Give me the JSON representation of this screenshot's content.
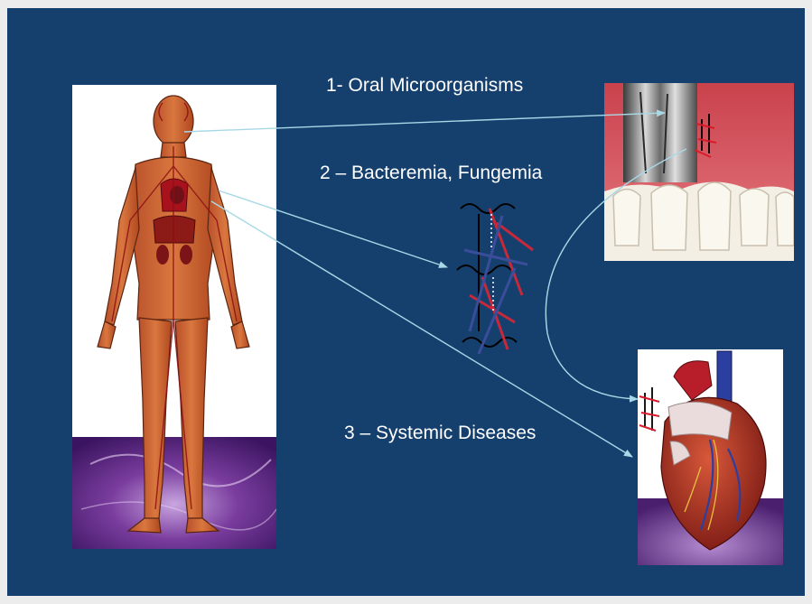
{
  "labels": {
    "step1": "1- Oral Microorganisms",
    "step2": "2 – Bacteremia, Fungemia",
    "step3": "3 – Systemic Diseases"
  },
  "colors": {
    "slide_background": "#15406e",
    "arrow": "#a8d8e6",
    "label_text": "#ffffff",
    "vessel_red": "#c8283a",
    "vessel_blue": "#3a4d9a"
  },
  "images": {
    "body": "human-body-circulatory-system",
    "mouth": "gingiva-teeth-with-radiograph",
    "bloodstream": "microorganisms-in-bloodstream",
    "heart": "human-heart"
  }
}
